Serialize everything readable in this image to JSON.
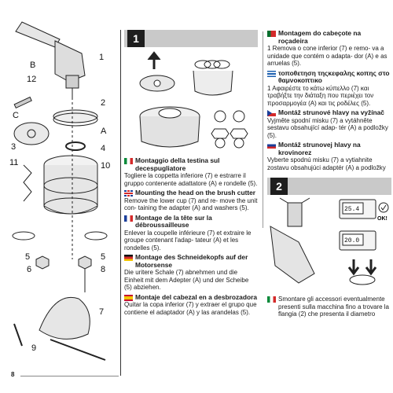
{
  "page_number": "8",
  "step1": {
    "number": "1"
  },
  "step2": {
    "number": "2"
  },
  "callouts": [
    "1",
    "B",
    "12",
    "2",
    "C",
    "A",
    "3",
    "4",
    "10",
    "11",
    "5",
    "5",
    "6",
    "8",
    "7",
    "9"
  ],
  "meter": {
    "reading_top": "25.4",
    "reading_bottom": "20.0",
    "ok": "OK!"
  },
  "sections_mid": [
    {
      "lang": "it",
      "title": "Montaggio della testina sul decespugliatore",
      "body": "Togliere la coppetta inferiore (7) e estrarre il gruppo contenente adattatore (A) e rondelle (5)."
    },
    {
      "lang": "uk",
      "title": "Mounting the head on the brush cutter",
      "body": "Remove the lower cup (7) and re- move the unit con- taining the adapter (A) and washers (5)."
    },
    {
      "lang": "fr",
      "title": "Montage de la tête sur la débroussailleuse",
      "body": "Enlever la coupelle inférieure (7) et extraire le groupe contenant l'adap- tateur (A) et les rondelles (5)."
    },
    {
      "lang": "de",
      "title": "Montage des Schneidekopfs auf der Motorsense",
      "body": "Die uritere Schale (7) abnehmen und die Einheit mit dem Adepter (A) und der Scheibe (5) abziehen."
    },
    {
      "lang": "es",
      "title": "Montaje del cabezal en a desbrozadora",
      "body": "Quitar la copa inferior (7) y extraer el grupo que contiene el adaptador (A) y las arandelas (5)."
    }
  ],
  "sections_right": [
    {
      "lang": "pt",
      "title": "Montagem do cabeçote na roçadeira",
      "body": "1  Remova o cone inferior (7) e remo- va a unidade que contém o adapta- dor (A) e as arruelas (5)."
    },
    {
      "lang": "gr",
      "title": "τοποθετηση τηςκεφαλης κοπης στο θαμνοκοπτικο",
      "body": "1  Αφαιρέστε το κάτω κύπελλο (7) και τραβήξτε την διάταξη που περιέχει τον προσαρμογέα (Α) και τις ροδέλες (5)."
    },
    {
      "lang": "cz",
      "title": "Montáž strunové hlavy na vyžínač",
      "body": "Vyjměte spodní misku (7) a vytáhněte sestavu obsahující adap- tér (A) a podložky (5)."
    },
    {
      "lang": "sk",
      "title": "Montáž strunovej hlavy na krovinorez",
      "body": "Vyberte spodnú misku (7) a vytiahnite zostavu obsahujúci adaptér (A) a podložky"
    }
  ],
  "step2_section": {
    "lang": "it",
    "body": "Smontare gli accessori eventualmente presenti sulla macchina fino a trovare la flangia (2) che presenta il diametro"
  }
}
